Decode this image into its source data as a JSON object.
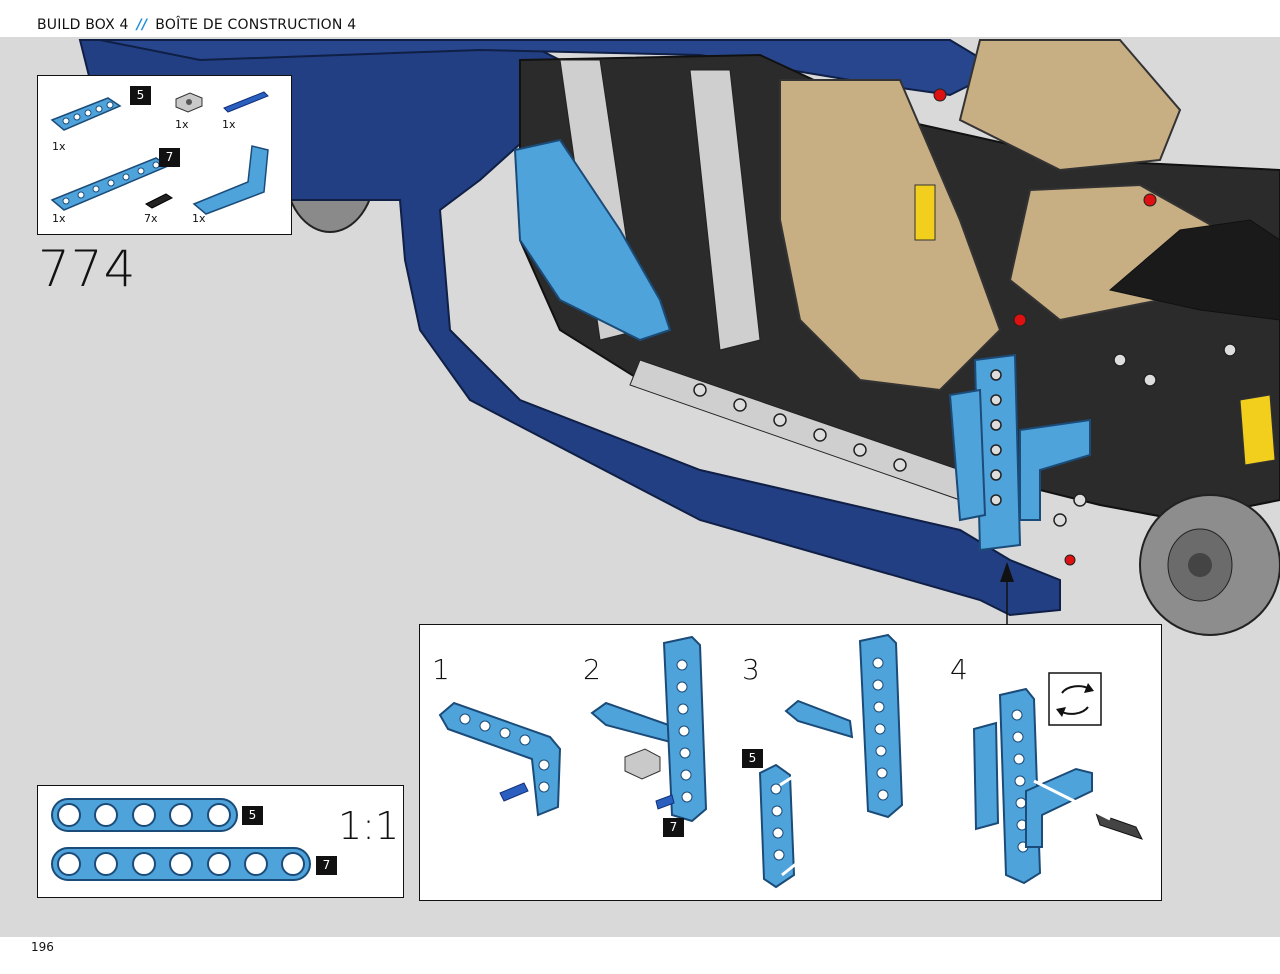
{
  "header": {
    "build_box": "BUILD BOX 4",
    "separator": "//",
    "build_box_fr": "BOÎTE DE CONSTRUCTION 4"
  },
  "step": {
    "number": "774"
  },
  "parts_list": {
    "items": [
      {
        "qty": "1x",
        "badge": "5"
      },
      {
        "qty": "1x"
      },
      {
        "qty": "1x"
      },
      {
        "qty": "1x",
        "badge": "7"
      },
      {
        "qty": "7x"
      },
      {
        "qty": "1x"
      }
    ]
  },
  "substeps": [
    "1",
    "2",
    "3",
    "4"
  ],
  "substep_badges": {
    "s2": "7",
    "s3": "5"
  },
  "scale_box": {
    "scale": "1:1",
    "beam5": "5",
    "beam7": "7"
  },
  "footer": {
    "page_number": "196"
  },
  "colors": {
    "medium_azure": "#4fa3db",
    "dark_blue": "#1f3f82",
    "tan": "#c5ad84",
    "black": "#1f1f1f",
    "light_gray": "#bdbdbd",
    "accent_slash": "#1e8fd6"
  }
}
